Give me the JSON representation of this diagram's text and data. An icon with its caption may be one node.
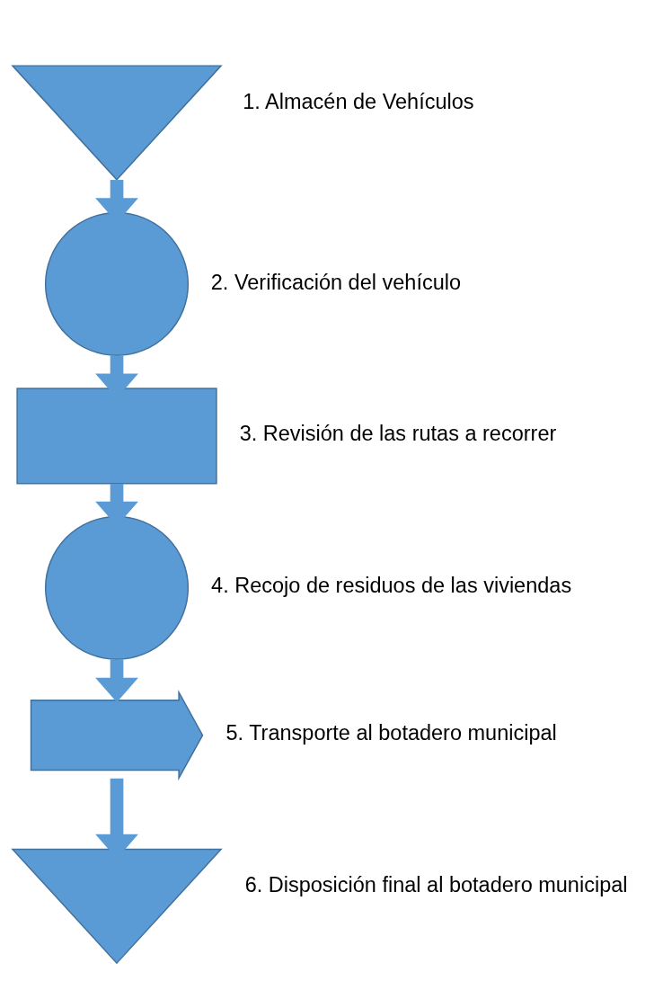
{
  "diagram": {
    "nodes": [
      {
        "text": [],
        "shape": "triangle",
        "beside": [
          "1. Almacén de Vehículos"
        ]
      },
      {
        "text": [],
        "shape": "circle",
        "beside": [
          "2. Verificación del vehículo"
        ]
      },
      {
        "text": [],
        "shape": "box",
        "beside": [
          "3. Revisión de las rutas a recorrer"
        ]
      },
      {
        "text": [],
        "shape": "circle",
        "beside": [
          "4. Recojo de residuos de las viviendas"
        ]
      },
      {
        "text": [],
        "shape": "arrow",
        "beside": [
          "5. Transporte al botadero municipal"
        ]
      },
      {
        "text": [],
        "shape": "triangle",
        "beside": [
          "6. Disposición final al botadero municipal"
        ]
      }
    ],
    "edges": [
      {
        "from": 0,
        "to": 1,
        "arrow": "to"
      },
      {
        "from": 1,
        "to": 2,
        "arrow": "to"
      },
      {
        "from": 2,
        "to": 3,
        "arrow": "to"
      },
      {
        "from": 3,
        "to": 4,
        "arrow": "to"
      },
      {
        "from": 4,
        "to": 5,
        "arrow": "to"
      }
    ]
  }
}
